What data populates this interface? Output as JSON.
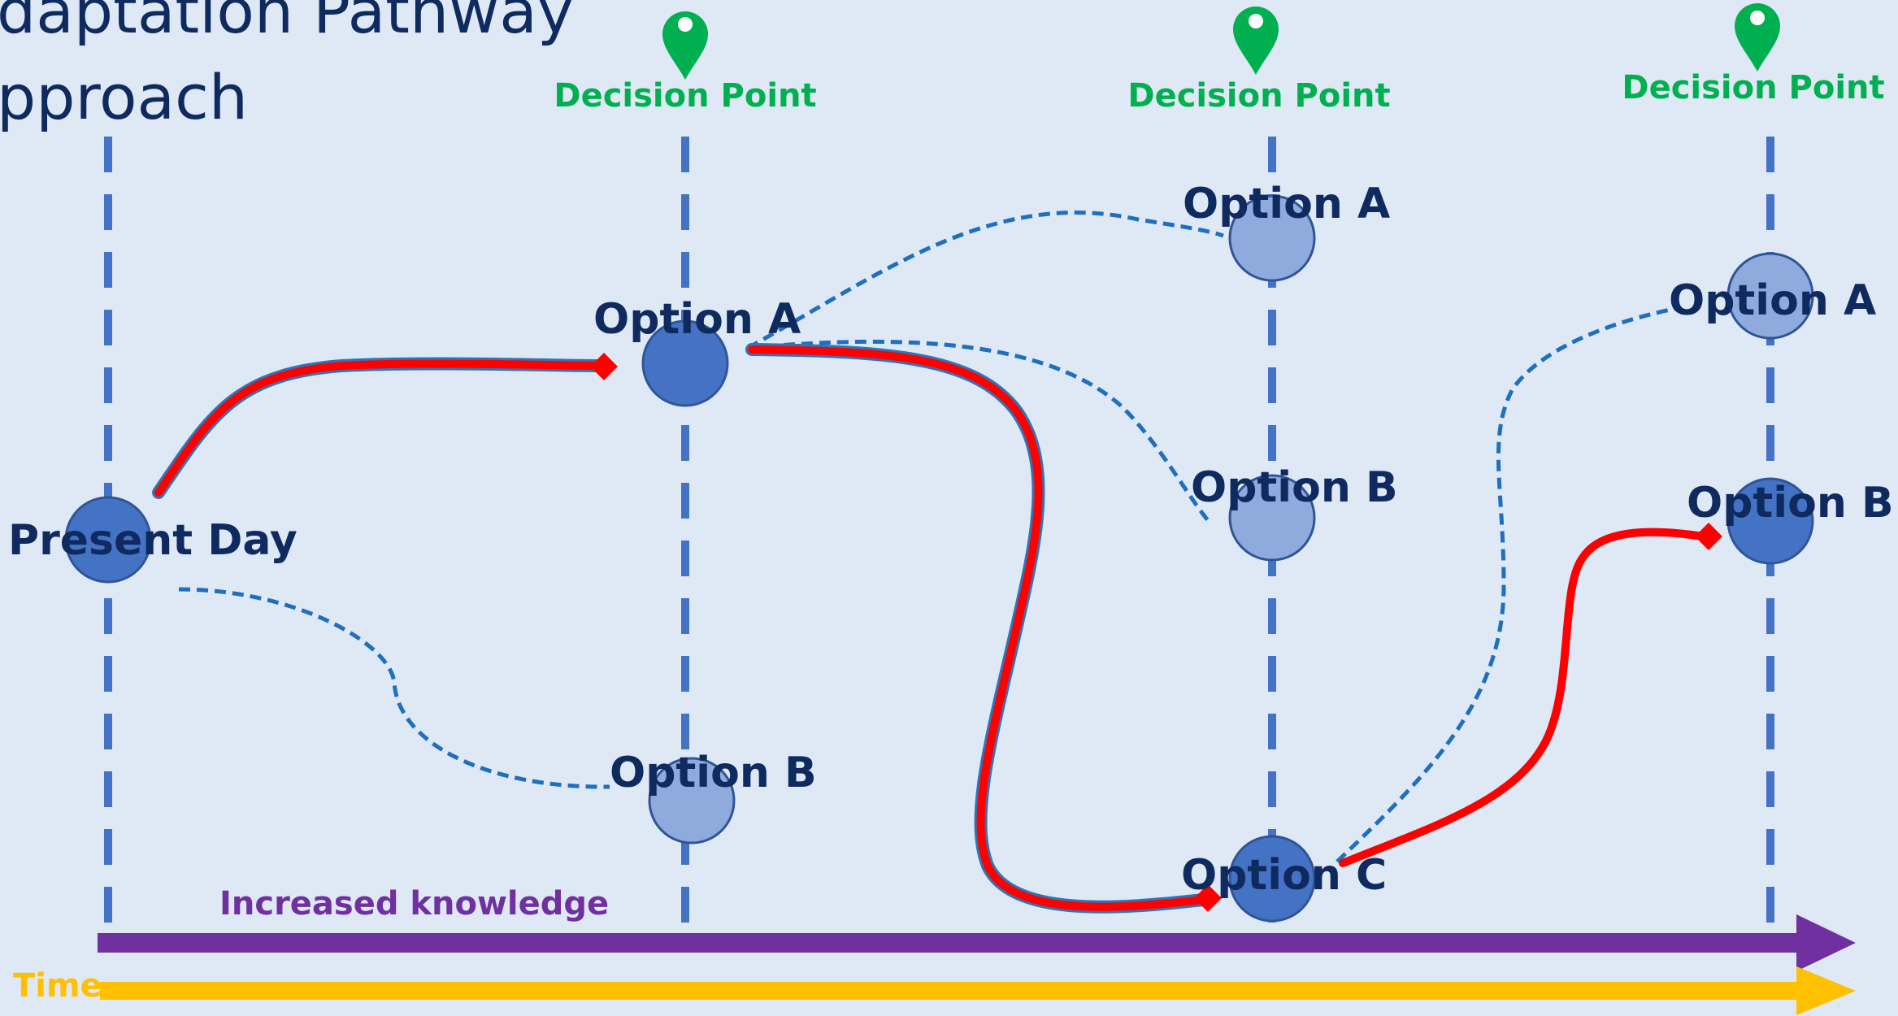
{
  "title": {
    "line1": "daptation Pathway",
    "line2": "pproach"
  },
  "decision_point_label": "Decision Point",
  "nodes": {
    "present_day": "Present Day",
    "col2_option_a": "Option A",
    "col2_option_b": "Option B",
    "col3_option_a": "Option A",
    "col3_option_b": "Option B",
    "col3_option_c": "Option C",
    "col4_option_a": "Option A",
    "col4_option_b": "Option B"
  },
  "axes": {
    "knowledge_label": "Increased knowledge",
    "time_label": "Time"
  },
  "colors": {
    "background": "#dfe9f5",
    "title": "#0e2a5e",
    "decision_point": "#00b050",
    "node_dark": "#4472c4",
    "node_light": "#8faadc",
    "vertical_dash": "#4472c4",
    "dotted_path": "#1f6fbf",
    "red_path": "#ff0000",
    "knowledge_arrow": "#7030a0",
    "time_arrow": "#ffc000"
  }
}
